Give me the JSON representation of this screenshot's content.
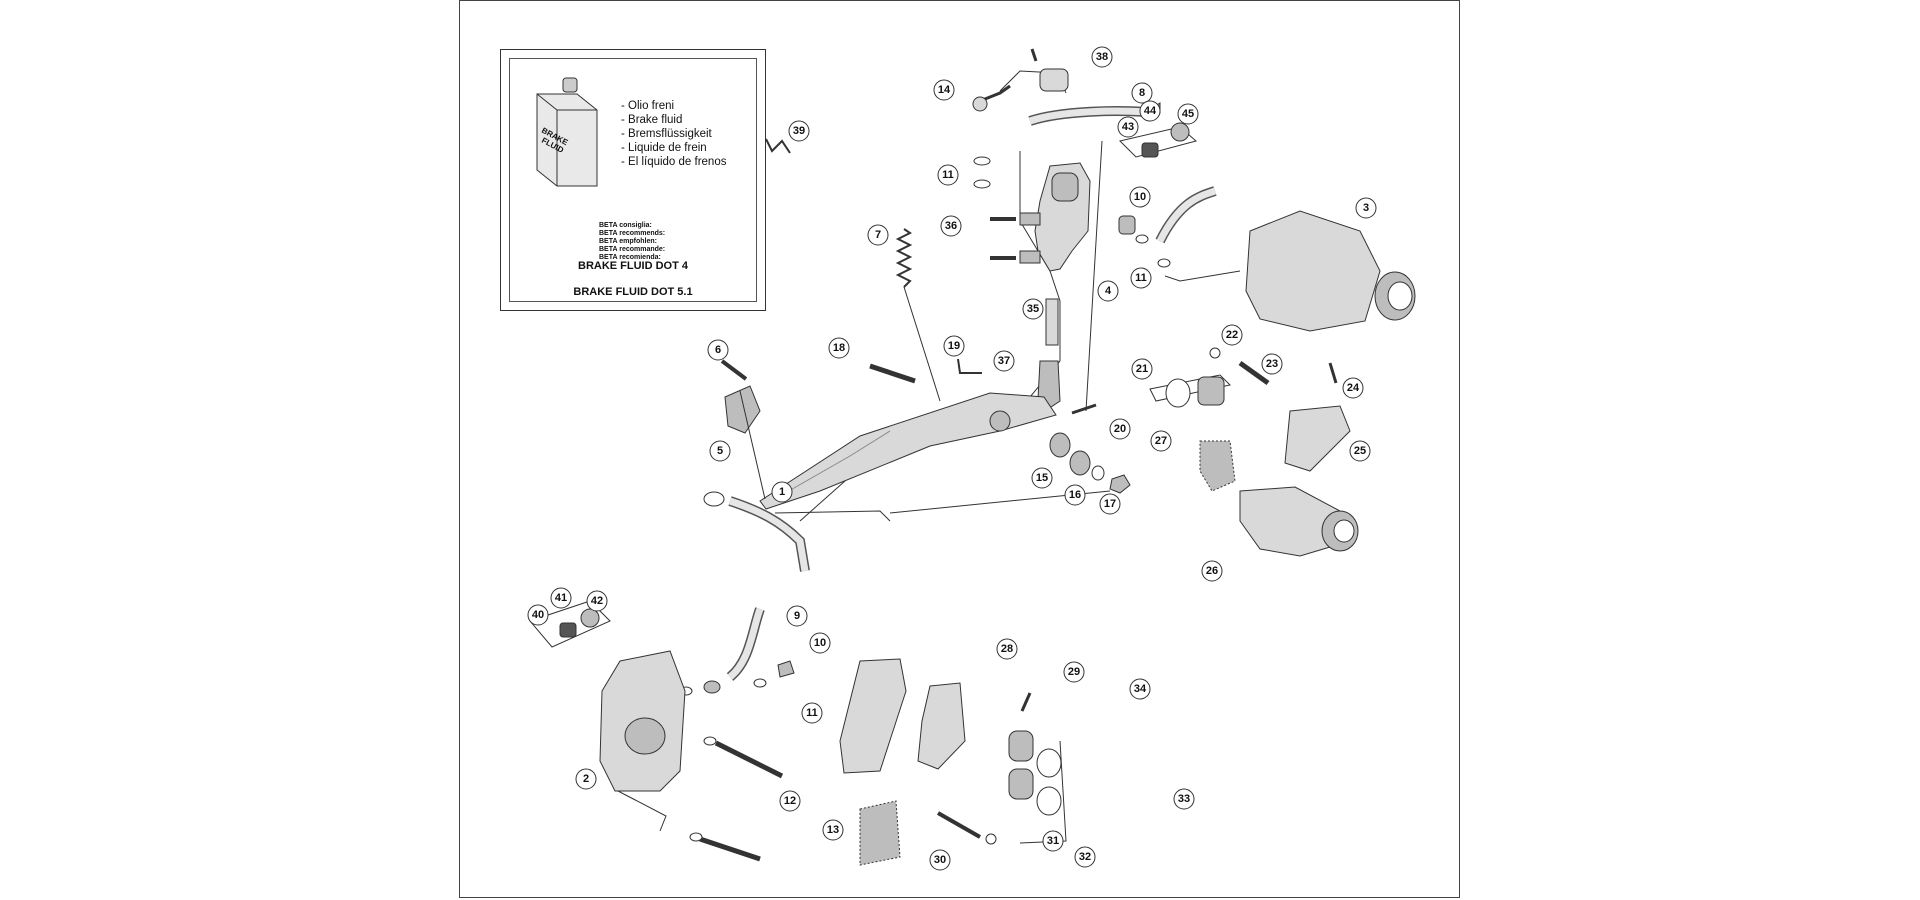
{
  "fluid_box": {
    "bottle_label": [
      "BRAKE",
      "FLUID"
    ],
    "fluid_names": [
      "- Olio freni",
      "- Brake fluid",
      "- Bremsflüssigkeit",
      "- Liquide de frein",
      "- El líquido de frenos"
    ],
    "recommend_lines": [
      "BETA consiglia:",
      "BETA recommends:",
      "BETA empfohlen:",
      "BETA recommande:",
      "BETA recomienda:"
    ],
    "dot4": "BRAKE FLUID DOT 4",
    "dot51": "BRAKE FLUID DOT 5.1"
  },
  "callouts": {
    "c1": "1",
    "c2": "2",
    "c3": "3",
    "c4": "4",
    "c5": "5",
    "c6": "6",
    "c7": "7",
    "c8": "8",
    "c9": "9",
    "c10a": "10",
    "c10b": "10",
    "c11a": "11",
    "c11b": "11",
    "c11c": "11",
    "c12": "12",
    "c13": "13",
    "c15": "15",
    "c16": "16",
    "c17": "17",
    "c18": "18",
    "c19": "19",
    "c20": "20",
    "c21": "21",
    "c22": "22",
    "c23": "23",
    "c24": "24",
    "c25": "25",
    "c26": "26",
    "c27": "27",
    "c28": "28",
    "c29": "29",
    "c30": "30",
    "c31": "31",
    "c32": "32",
    "c33": "33",
    "c34": "34",
    "c35": "35",
    "c36": "36",
    "c37": "37",
    "c38": "38",
    "c39": "39",
    "c40": "40",
    "c41": "41",
    "c42": "42",
    "c43": "43",
    "c44": "44",
    "c45": "45",
    "c14": "14"
  },
  "colors": {
    "line": "#333333",
    "part_fill": "#d9d9d9",
    "part_dark": "#9a9a9a",
    "background": "#ffffff"
  }
}
